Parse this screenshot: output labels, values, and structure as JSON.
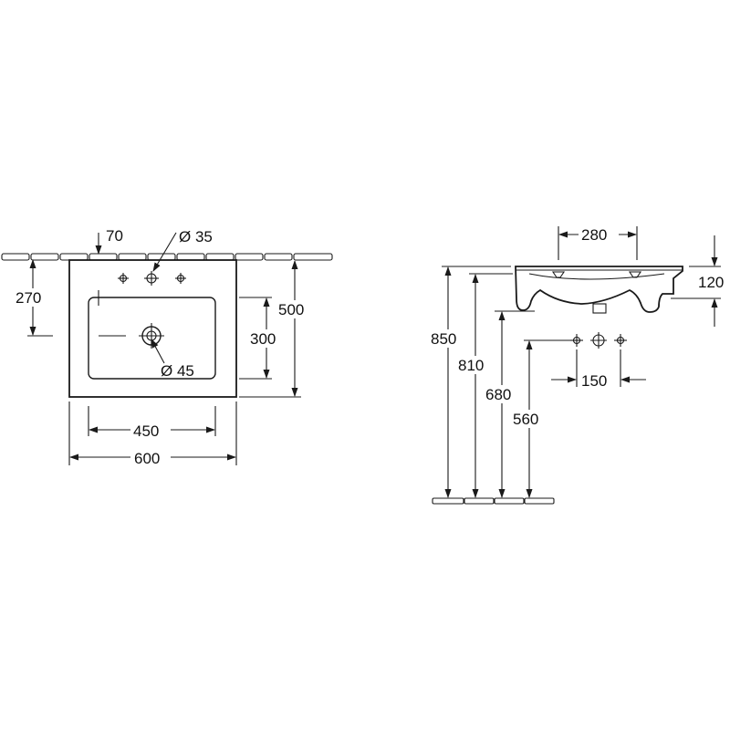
{
  "top_view": {
    "tap_offset": "70",
    "tap_hole_diameter": "Ø 35",
    "depth_to_waste": "270",
    "overall_depth": "500",
    "bowl_depth": "300",
    "waste_diameter": "Ø 45",
    "bowl_width": "450",
    "overall_width": "600"
  },
  "side_view": {
    "bowl_length": "280",
    "basin_height": "120",
    "height_850": "850",
    "height_810": "810",
    "height_680": "680",
    "height_560": "560",
    "tap_spacing": "150"
  }
}
